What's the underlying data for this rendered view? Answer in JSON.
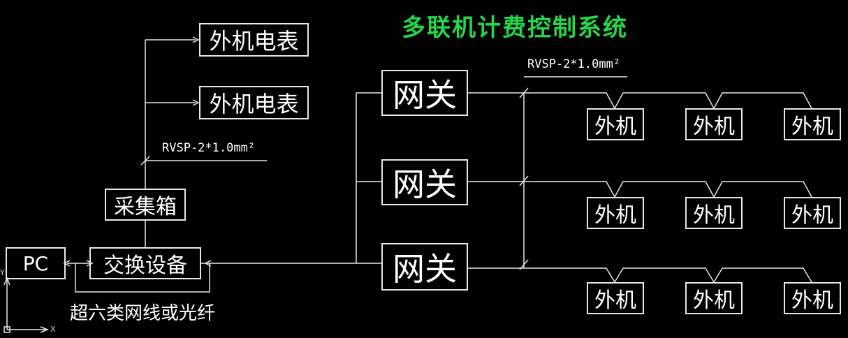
{
  "title": "多联机计费控制系统",
  "pc": "PC",
  "switch": "交换设备",
  "collector": "采集箱",
  "meters": [
    "外机电表",
    "外机电表"
  ],
  "gateways": [
    "网关",
    "网关",
    "网关"
  ],
  "units": [
    [
      "外机",
      "外机",
      "外机"
    ],
    [
      "外机",
      "外机",
      "外机"
    ],
    [
      "外机",
      "外机",
      "外机"
    ]
  ],
  "cable_left": "RVSP-2*1.0mm²",
  "cable_right": "RVSP-2*1.0mm²",
  "network_note": "超六类网线或光纤",
  "ucs": {
    "x": "X",
    "y": "Y"
  }
}
